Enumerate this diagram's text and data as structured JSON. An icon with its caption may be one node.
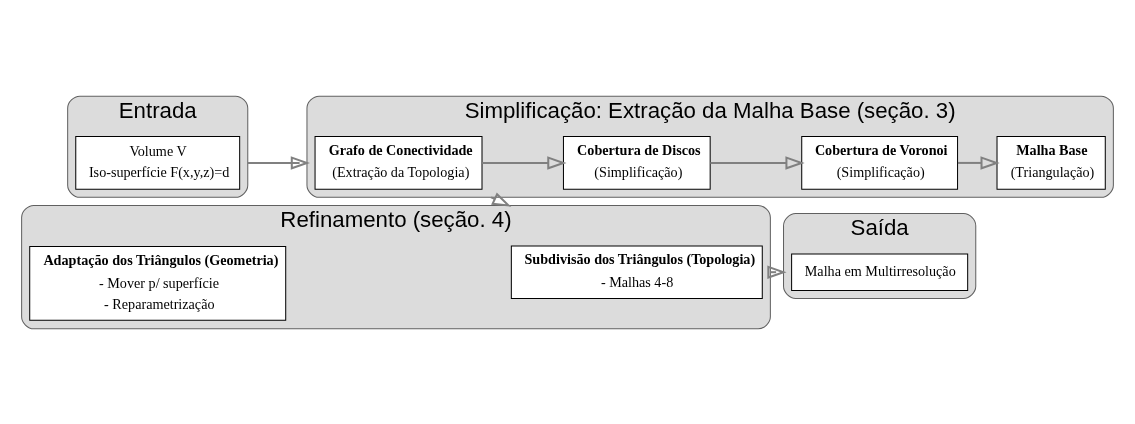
{
  "diagram": {
    "nodes": [
      {
        "text": [
          "Entrada"
        ]
      },
      {
        "text": [
          "Volume V",
          "Iso-superfície F(x,y,z)=d"
        ],
        "in": 0
      },
      {
        "text": [
          "Simplificação: Extração da Malha Base (seção. 3)"
        ]
      },
      {
        "text": [
          "Grafo de Conectividade",
          "(Extração da Topologia)"
        ],
        "in": 2
      },
      {
        "text": [
          "Cobertura de Discos",
          "(Simplificação)"
        ],
        "in": 2
      },
      {
        "text": [
          "Cobertura de Voronoi",
          "(Simplificação)"
        ],
        "in": 2
      },
      {
        "text": [
          "Malha Base",
          "(Triangulação)"
        ],
        "in": 2
      },
      {
        "text": [
          "Refinamento (seção. 4)"
        ]
      },
      {
        "text": [
          "Subdivisão dos Triângulos (Topologia)",
          "- Malhas 4-8"
        ],
        "in": 7
      },
      {
        "text": [
          "Adaptação dos Triângulos (Geometria)",
          "- Mover p/ superfície",
          "- Reparametrização"
        ],
        "in": 7
      },
      {
        "text": [
          "Saída"
        ]
      },
      {
        "text": [
          "Malha em Multirresolução"
        ],
        "in": 10
      }
    ],
    "edges": [
      {
        "from": 0,
        "to": 2,
        "arrow": "to"
      },
      {
        "from": 3,
        "to": 4,
        "arrow": "to"
      },
      {
        "from": 4,
        "to": 5,
        "arrow": "to"
      },
      {
        "from": 5,
        "to": 6,
        "arrow": "to"
      },
      {
        "from": 2,
        "to": 7,
        "arrow": "to"
      },
      {
        "from": 7,
        "to": 10,
        "arrow": "to"
      }
    ]
  }
}
